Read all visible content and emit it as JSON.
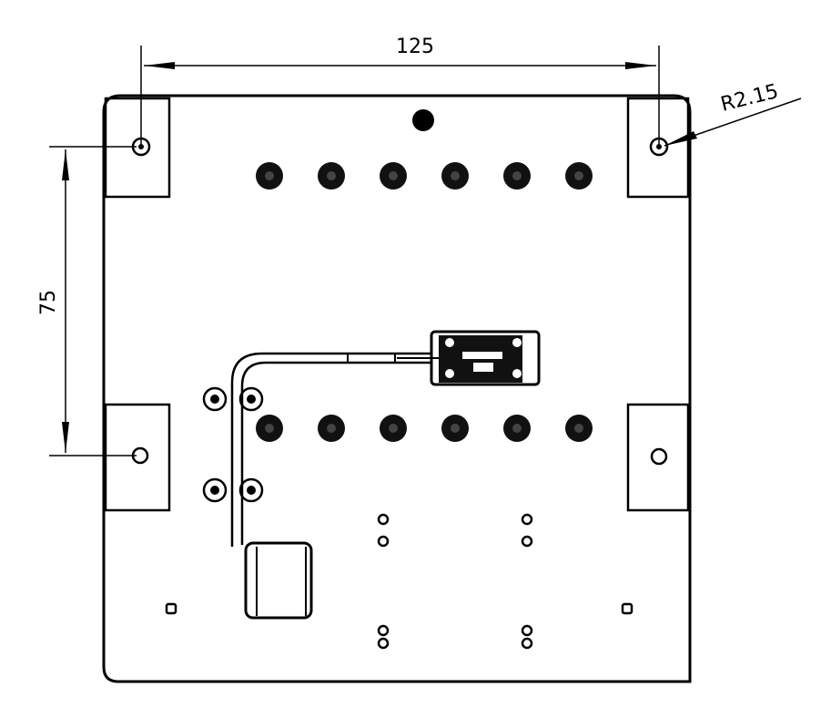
{
  "dimensions": {
    "width": "125",
    "height": "75",
    "hole_radius": "R2.15"
  },
  "colors": {
    "line": "#000000",
    "background": "#ffffff"
  }
}
